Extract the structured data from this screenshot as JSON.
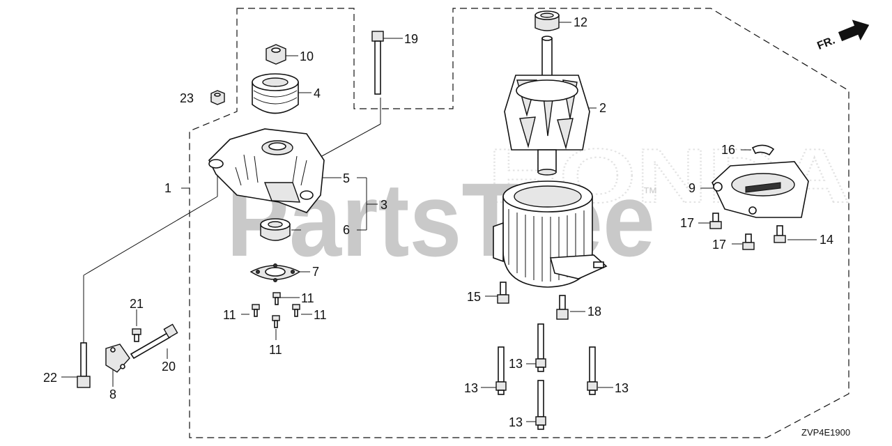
{
  "watermark": {
    "brand": "PartsTree",
    "trademark": "™",
    "ghost_text": "HONDA"
  },
  "direction_label": "FR.",
  "diagram_code": "ZVP4E1900",
  "callouts": {
    "c1": "1",
    "c2": "2",
    "c3": "3",
    "c4": "4",
    "c5": "5",
    "c6": "6",
    "c7": "7",
    "c8": "8",
    "c9": "9",
    "c10": "10",
    "c11a": "11",
    "c11b": "11",
    "c11c": "11",
    "c11d": "11",
    "c12": "12",
    "c13a": "13",
    "c13b": "13",
    "c13c": "13",
    "c13d": "13",
    "c14": "14",
    "c15": "15",
    "c16": "16",
    "c17a": "17",
    "c17b": "17",
    "c18": "18",
    "c19": "19",
    "c20": "20",
    "c21": "21",
    "c22": "22",
    "c23": "23"
  },
  "icons": {
    "direction_arrow": "arrow-icon"
  }
}
